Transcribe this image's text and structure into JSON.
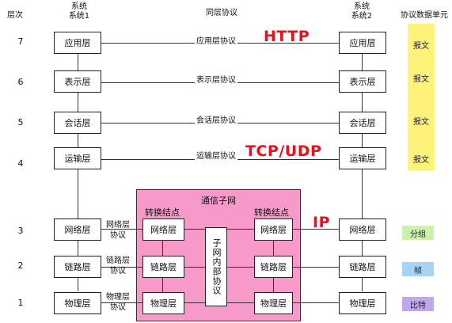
{
  "header": {
    "layer_col": "层次",
    "system1_line1": "系统",
    "system1_line2": "系统1",
    "peer_protocol": "同层协议",
    "system2_line1": "系统",
    "system2_line2": "系统2",
    "pdu_col": "协议数据单元"
  },
  "levels": [
    "7",
    "6",
    "5",
    "4",
    "3",
    "2",
    "1"
  ],
  "layers_system1": [
    "应用层",
    "表示层",
    "会话层",
    "运输层",
    "网络层",
    "链路层",
    "物理层"
  ],
  "layers_system2": [
    "应用层",
    "表示层",
    "会话层",
    "运输层",
    "网络层",
    "链路层",
    "物理层"
  ],
  "peer_protocols": [
    "应用层协议",
    "表示层协议",
    "会话层协议",
    "运输层协议"
  ],
  "lower_protocols": {
    "network": [
      "网络层",
      "协议"
    ],
    "link": [
      "链路层",
      "协议"
    ],
    "physical": [
      "物理层",
      "协议"
    ]
  },
  "annotations": {
    "http": "HTTP",
    "tcp_udp": "TCP/UDP",
    "ip": "IP"
  },
  "subnet": {
    "title": "通信子网",
    "node_left": "转换结点",
    "node_right": "转换结点",
    "left_layers": [
      "网络层",
      "链路层",
      "物理层"
    ],
    "right_layers": [
      "网络层",
      "链路层",
      "物理层"
    ],
    "inner_protocol": "子网内部协议"
  },
  "pdu_units": [
    {
      "label": "报文",
      "color": "#fff27a"
    },
    {
      "label": "报文",
      "color": "#fff27a"
    },
    {
      "label": "报文",
      "color": "#fff27a"
    },
    {
      "label": "报文",
      "color": "#fff27a"
    },
    {
      "label": "分组",
      "color": "#ccf1ad"
    },
    {
      "label": "帧",
      "color": "#a7d4f6"
    },
    {
      "label": "比特",
      "color": "#c1a7ee"
    }
  ],
  "colors": {
    "subnet_bg": "#f79ac9",
    "annotation_red": "#e8101a"
  }
}
